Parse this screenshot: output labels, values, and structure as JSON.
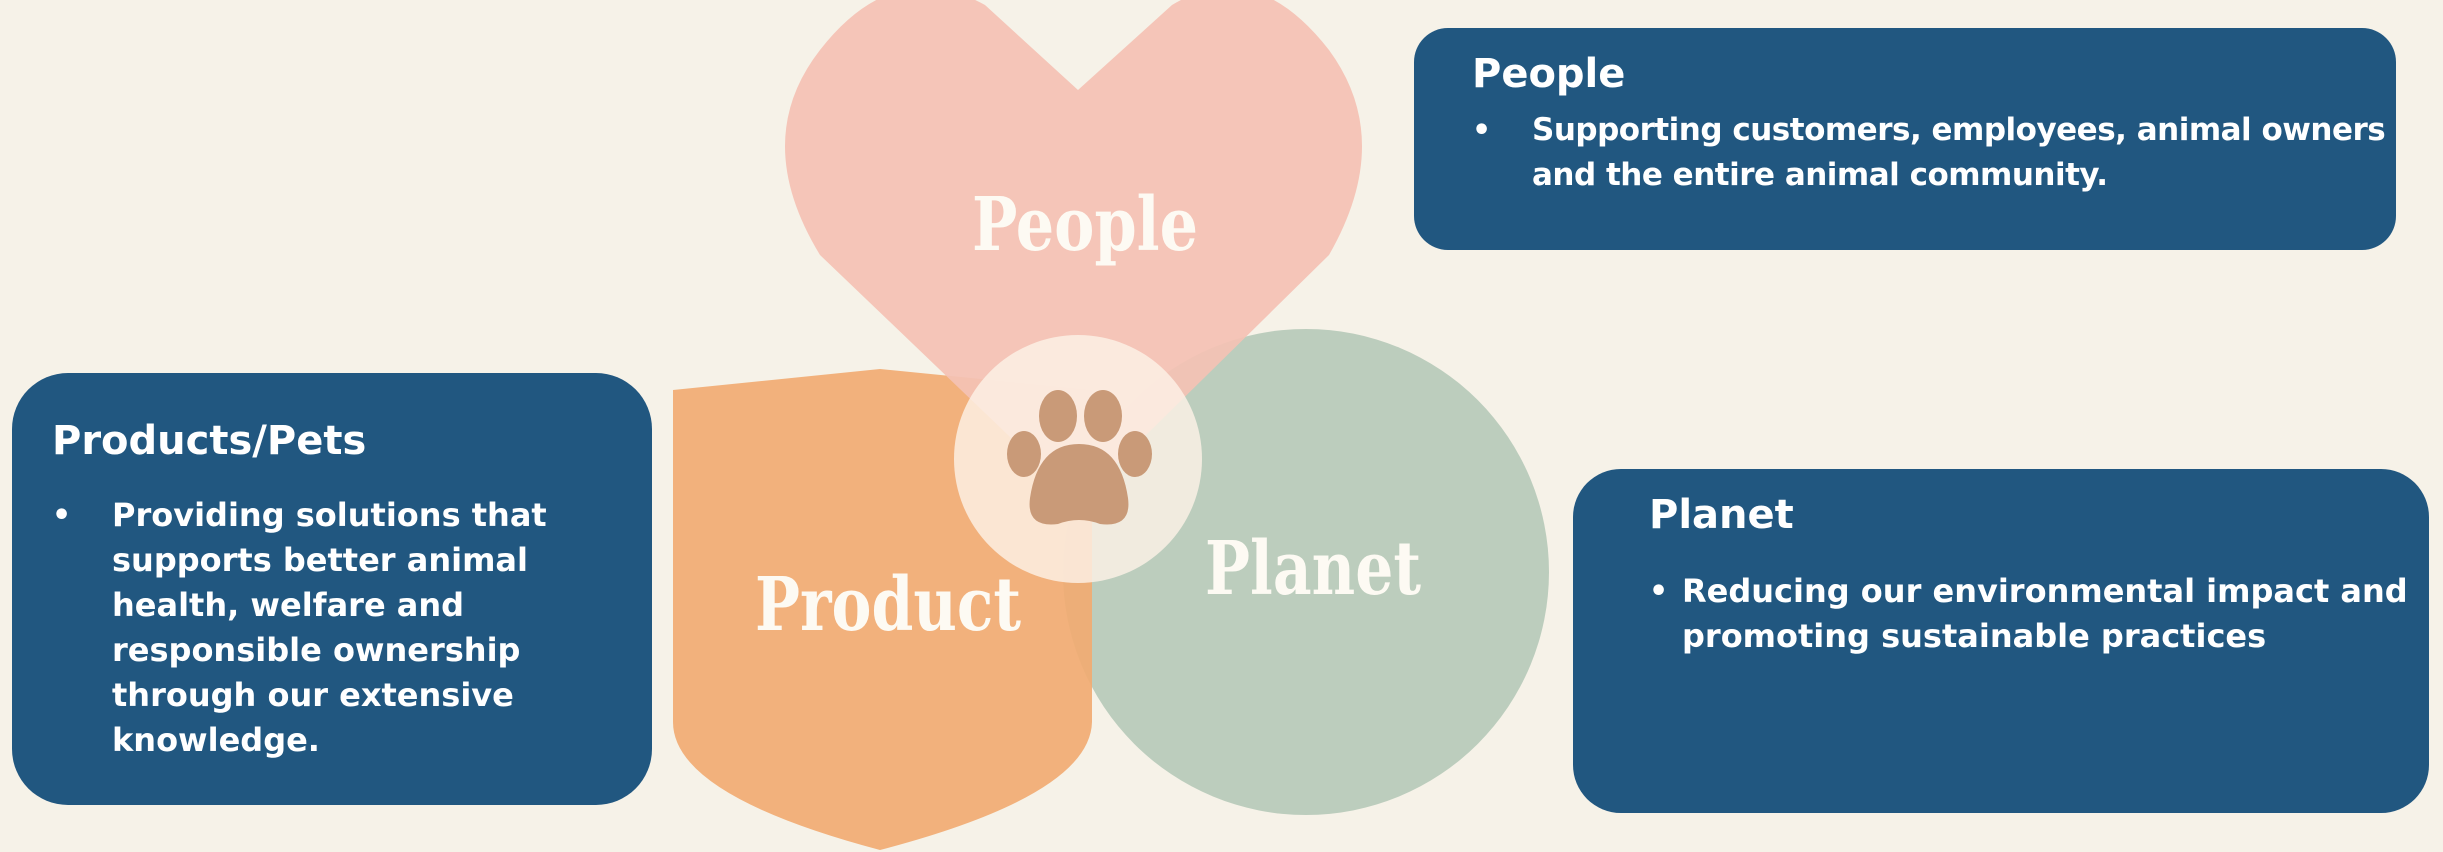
{
  "colors": {
    "background": "#f6f2e8",
    "card": "#215780",
    "people_shape": "#f4c2b4",
    "product_shape": "#f1ab72",
    "planet_shape": "#bccdbd",
    "center_circle": "#fdf2e6",
    "paw": "#c99a78"
  },
  "icons": {
    "center": "paw-print-icon"
  },
  "diagram": {
    "people_label": "People",
    "product_label": "Product",
    "planet_label": "Planet"
  },
  "cards": {
    "people": {
      "title": "People",
      "bullet": "Supporting customers, employees, animal owners and the entire animal community."
    },
    "products": {
      "title": "Products/Pets",
      "bullet": "Providing solutions that supports better animal health, welfare and responsible ownership through our extensive knowledge."
    },
    "planet": {
      "title": "Planet",
      "bullet": "Reducing our environmental impact and promoting sustainable practices"
    }
  }
}
